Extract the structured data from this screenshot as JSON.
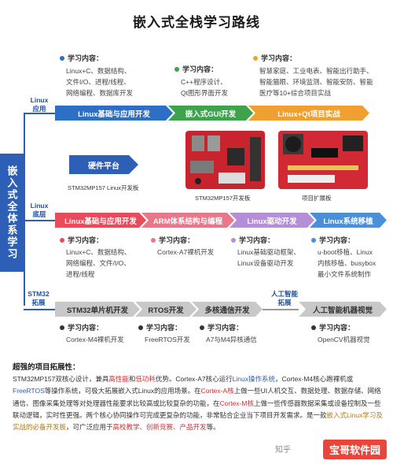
{
  "title": "嵌入式全栈学习路线",
  "side_label": "嵌入式全体系学习",
  "content_label": "学习内容：",
  "row_labels": {
    "app": "Linux\n应用",
    "bottom": "Linux\n底层",
    "stm32": "STM32\n拓展",
    "ai": "人工智能\n拓展"
  },
  "app_row": {
    "steps": [
      "Linux基础与应用开发",
      "嵌入式GUI开发",
      "Linux+Qt项目实战"
    ],
    "colors": [
      "#2c6fc4",
      "#3fa34d",
      "#f0a030"
    ],
    "contents": [
      "Linux+C、数据结构、\n文件I/O、进程/线程、\n网络编程、数据库开发",
      "C++程序设计、\nQt图形界面开发",
      "智慧家庭、工业电表、智能出行助手、\n智能猫眼、环境监测、智能安防、智能\n医疗等10+综合项目实战"
    ]
  },
  "hardware": {
    "label": "硬件平台",
    "board1": "STM32MP157 Linux开发板",
    "board2": "STM32MP157开发板",
    "board3": "项目扩展板"
  },
  "bottom_row": {
    "steps": [
      "Linux基础与应用开发",
      "ARM体系结构与编程",
      "Linux驱动开发",
      "Linux系统移植"
    ],
    "colors": [
      "#e94a5c",
      "#e9778a",
      "#b58fd6",
      "#4a8fd8"
    ],
    "contents": [
      "Linux+C、数据结构、\n网络编程、文件/I/O、\n进程/线程",
      "Cortex-A7裸机开发",
      "Linux基础驱动框架、\nLinux设备驱动开发",
      "u-boot移植、Linux\n内核移植、busybox\n最小文件系统制作"
    ]
  },
  "stm32_row": {
    "steps": [
      "STM32单片机开发",
      "RTOS开发",
      "多核通信开发"
    ],
    "contents": [
      "Cortex-M4裸机开发",
      "FreeRTOS开发",
      "A7与M4异核通信"
    ]
  },
  "ai_row": {
    "step": "人工智能机器视觉",
    "content": "OpenCV机器视觉"
  },
  "section_title": "超强的项目拓展性：",
  "paragraph": [
    {
      "t": "STM32MP157双核心设计，兼具",
      "c": ""
    },
    {
      "t": "高性能",
      "c": "red"
    },
    {
      "t": "和",
      "c": ""
    },
    {
      "t": "低功耗",
      "c": "red"
    },
    {
      "t": "优势。Cortex-A7核心运行",
      "c": ""
    },
    {
      "t": "Linux操作系统",
      "c": "blue"
    },
    {
      "t": "，Cortex-M4核心跑裸机或",
      "c": ""
    },
    {
      "t": "FreeRTOS",
      "c": "blue"
    },
    {
      "t": "等操作系统，可极大拓展嵌入式Linux的应用场景。在",
      "c": ""
    },
    {
      "t": "Cortex-A核",
      "c": "red"
    },
    {
      "t": "上做一些UI人机交互、数据处理、数据存储、网络通信、图像采集处理等对处理器性能要求比较高或比较复杂的功能，在",
      "c": ""
    },
    {
      "t": "Cortex-M核",
      "c": "red"
    },
    {
      "t": "上做一些传感器数据采集或设备控制及一些联动逻辑，实时性更强。两个核心协同操作可完成更复杂的功能，非常贴合企业当下项目开发需求。是一款",
      "c": ""
    },
    {
      "t": "嵌入式Linux学习及实战的必备开发板",
      "c": "gold"
    },
    {
      "t": "，可广泛应用于",
      "c": ""
    },
    {
      "t": "高校",
      "c": "red"
    },
    {
      "t": "教学、创新竞赛、产品开发",
      "c": "red"
    },
    {
      "t": "等。",
      "c": ""
    }
  ],
  "watermark": "宝哥软件园",
  "zhihu": "知乎"
}
